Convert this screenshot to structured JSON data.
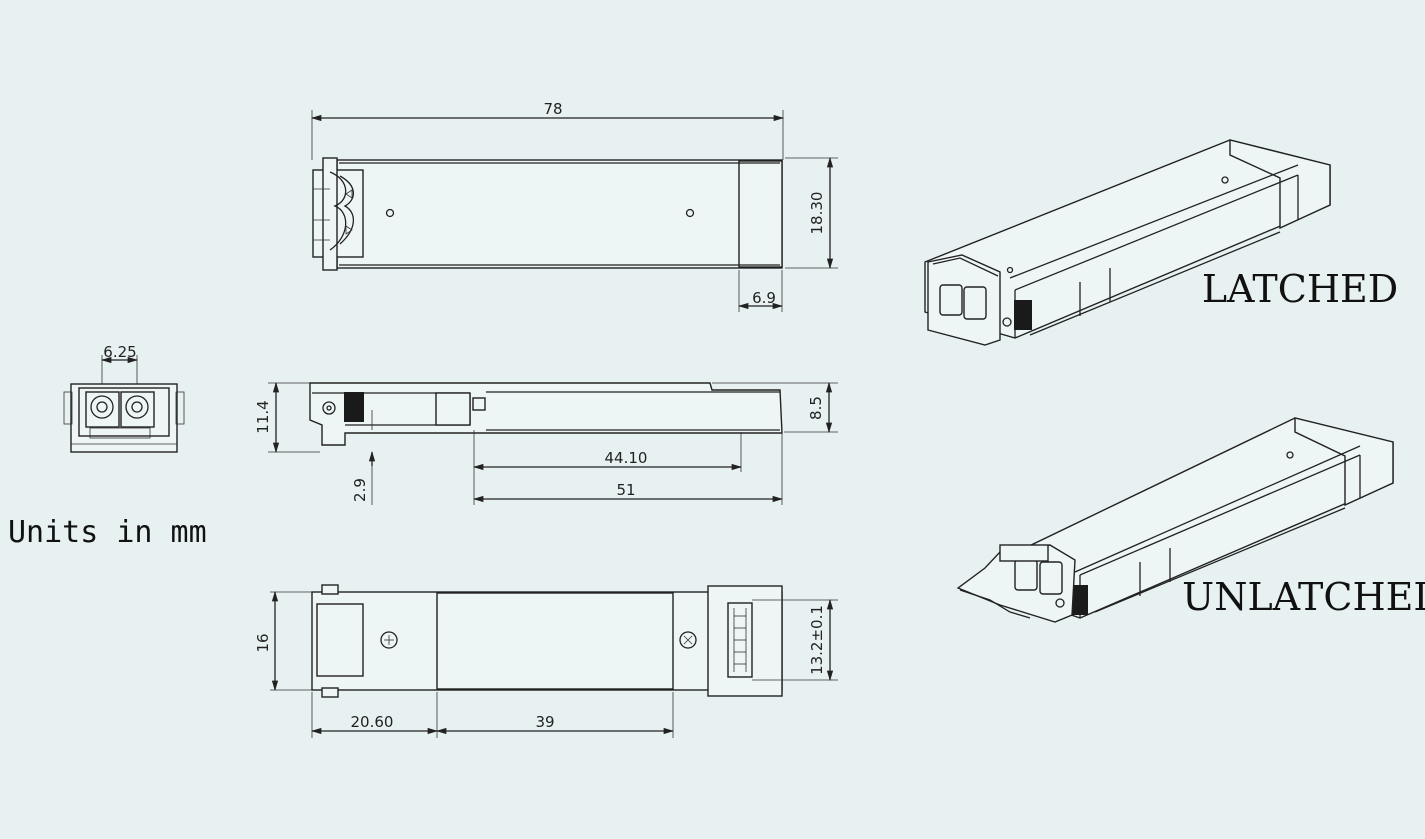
{
  "dimensions": {
    "length": "78",
    "height": "18.30",
    "bail_width": "6.9",
    "pitch": "6.25",
    "side_height": "11.4",
    "side_body": "8.5",
    "side_offset": "2.9",
    "d44": "44.10",
    "d51": "51",
    "bottom_width": "16",
    "connector": "13.2±0.1",
    "d20": "20.60",
    "d39": "39"
  },
  "units_label": "Units in mm",
  "latched_label": "LATCHED",
  "unlatched_label": "UNLATCHED",
  "colors": {
    "background": "#e8f1f1",
    "line": "#222222"
  }
}
